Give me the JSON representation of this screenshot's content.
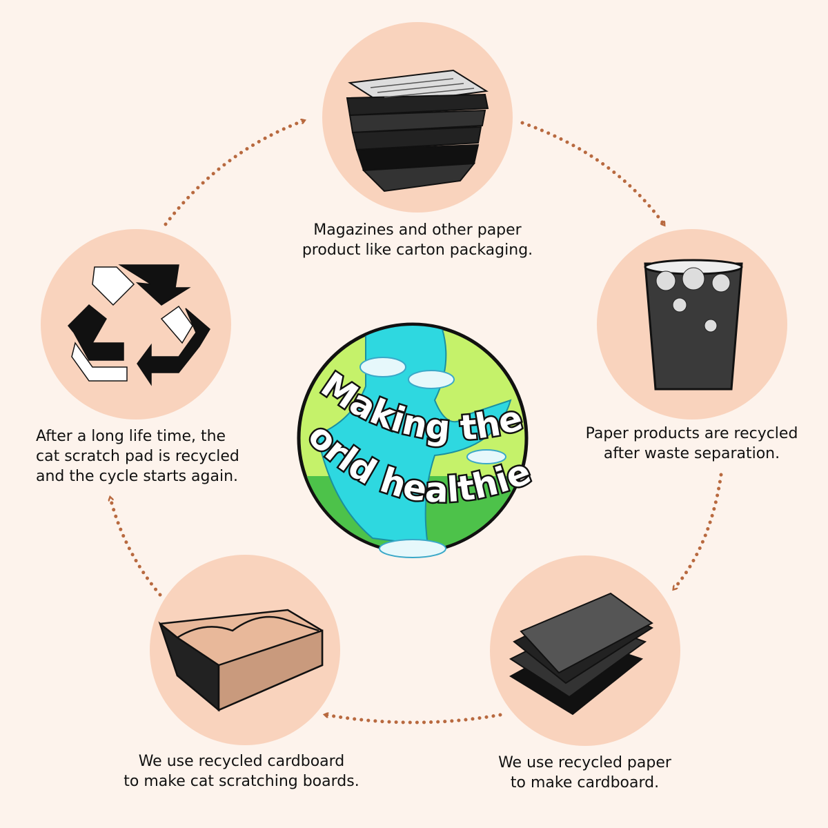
{
  "colors": {
    "background": "#fdf3ec",
    "circle": "#f9d3bd",
    "arrow": "#b8693f"
  },
  "center": {
    "title_line1": "Making the",
    "title_line2": "world healthier"
  },
  "steps": [
    {
      "icon": "newspaper-stack-icon",
      "lines": [
        "Magazines and other paper",
        "product like carton packaging."
      ]
    },
    {
      "icon": "waste-bin-icon",
      "lines": [
        "Paper products are recycled",
        "after waste separation."
      ]
    },
    {
      "icon": "paper-stack-icon",
      "lines": [
        "We use recycled paper",
        "to make cardboard."
      ]
    },
    {
      "icon": "cat-scratcher-icon",
      "lines": [
        "We use recycled cardboard",
        "to make cat scratching boards."
      ]
    },
    {
      "icon": "recycle-icon",
      "lines": [
        "After a long life time, the",
        "cat scratch pad is recycled",
        "and the cycle starts again."
      ]
    }
  ]
}
